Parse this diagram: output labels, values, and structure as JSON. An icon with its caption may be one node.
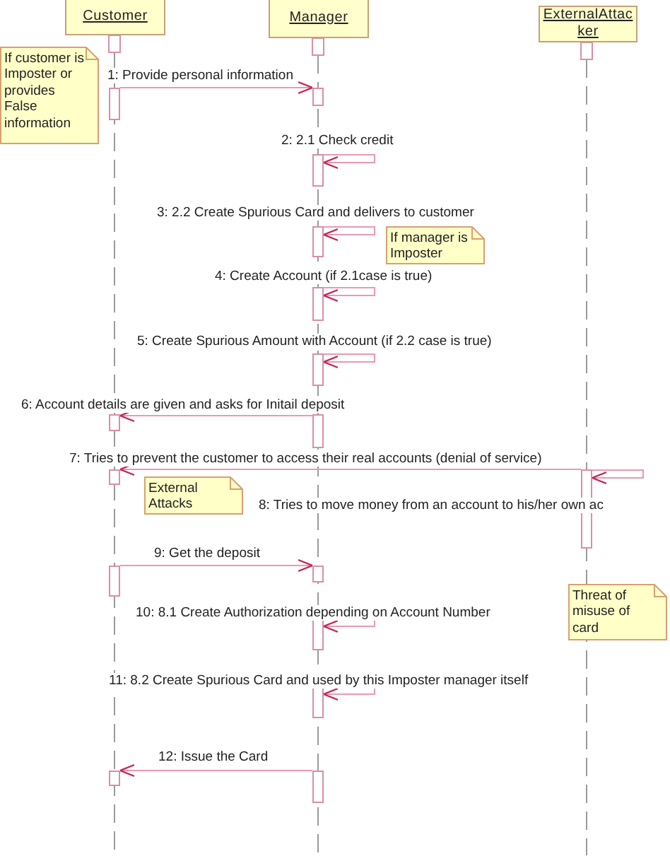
{
  "diagram": {
    "nodes": [
      {
        "text": [
          "Customer"
        ]
      },
      {
        "text": [
          "Manager"
        ]
      },
      {
        "text": [
          "ExternalAttacker"
        ]
      },
      {
        "text": [
          "If customer is Imposter or provides False information"
        ]
      },
      {
        "text": [
          "If manager is Imposter"
        ]
      },
      {
        "text": [
          "External Attacks"
        ]
      },
      {
        "text": [
          "Threat of misuse of card"
        ]
      },
      {
        "text": [],
        "shape": "bar"
      },
      {
        "text": [],
        "shape": "bar"
      },
      {
        "text": [],
        "shape": "bar"
      },
      {
        "text": [],
        "shape": "bar"
      },
      {
        "text": [],
        "shape": "bar"
      },
      {
        "text": [],
        "shape": "bar"
      },
      {
        "text": [],
        "shape": "bar"
      },
      {
        "text": [],
        "shape": "bar"
      },
      {
        "text": [],
        "shape": "bar"
      },
      {
        "text": [],
        "shape": "bar"
      },
      {
        "text": [],
        "shape": "bar"
      },
      {
        "text": [],
        "shape": "bar"
      },
      {
        "text": [],
        "shape": "bar"
      },
      {
        "text": [],
        "shape": "bar"
      },
      {
        "text": [],
        "shape": "bar"
      },
      {
        "text": [],
        "shape": "bar"
      }
    ],
    "edges": [
      {
        "from": 7,
        "to": 8,
        "arrow": "to",
        "label": "1: Provide personal information"
      },
      {
        "from": 9,
        "to": 9,
        "arrow": "to",
        "label": "2: 2.1 Check credit"
      },
      {
        "from": 10,
        "to": 10,
        "arrow": "to",
        "label": "3: 2.2 Create Spurious Card and delivers to customer"
      },
      {
        "from": 11,
        "to": 11,
        "arrow": "to",
        "label": "4: Create Account  (if 2.1case is true)"
      },
      {
        "from": 12,
        "to": 12,
        "arrow": "to",
        "label": "5: Create Spurious Amount with Account (if 2.2 case is true)"
      },
      {
        "from": 14,
        "to": 13,
        "arrow": "to",
        "label": "6:  Account details are given and asks for Initail deposit"
      },
      {
        "from": 16,
        "to": 15,
        "arrow": "to",
        "label": "7: Tries to prevent the customer to access their real accounts (denial of service)"
      },
      {
        "from": 16,
        "to": 16,
        "arrow": "to",
        "label": "8: Tries to move money from an account to his/her own ac"
      },
      {
        "from": 17,
        "to": 18,
        "arrow": "to",
        "label": "9: Get the deposit"
      },
      {
        "from": 19,
        "to": 19,
        "arrow": "to",
        "label": "10: 8.1 Create Authorization depending on Account Number"
      },
      {
        "from": 20,
        "to": 20,
        "arrow": "to",
        "label": "11: 8.2 Create Spurious Card and used by this Imposter manager itself"
      },
      {
        "from": 22,
        "to": 21,
        "arrow": "to",
        "label": "12: Issue the Card"
      }
    ]
  }
}
